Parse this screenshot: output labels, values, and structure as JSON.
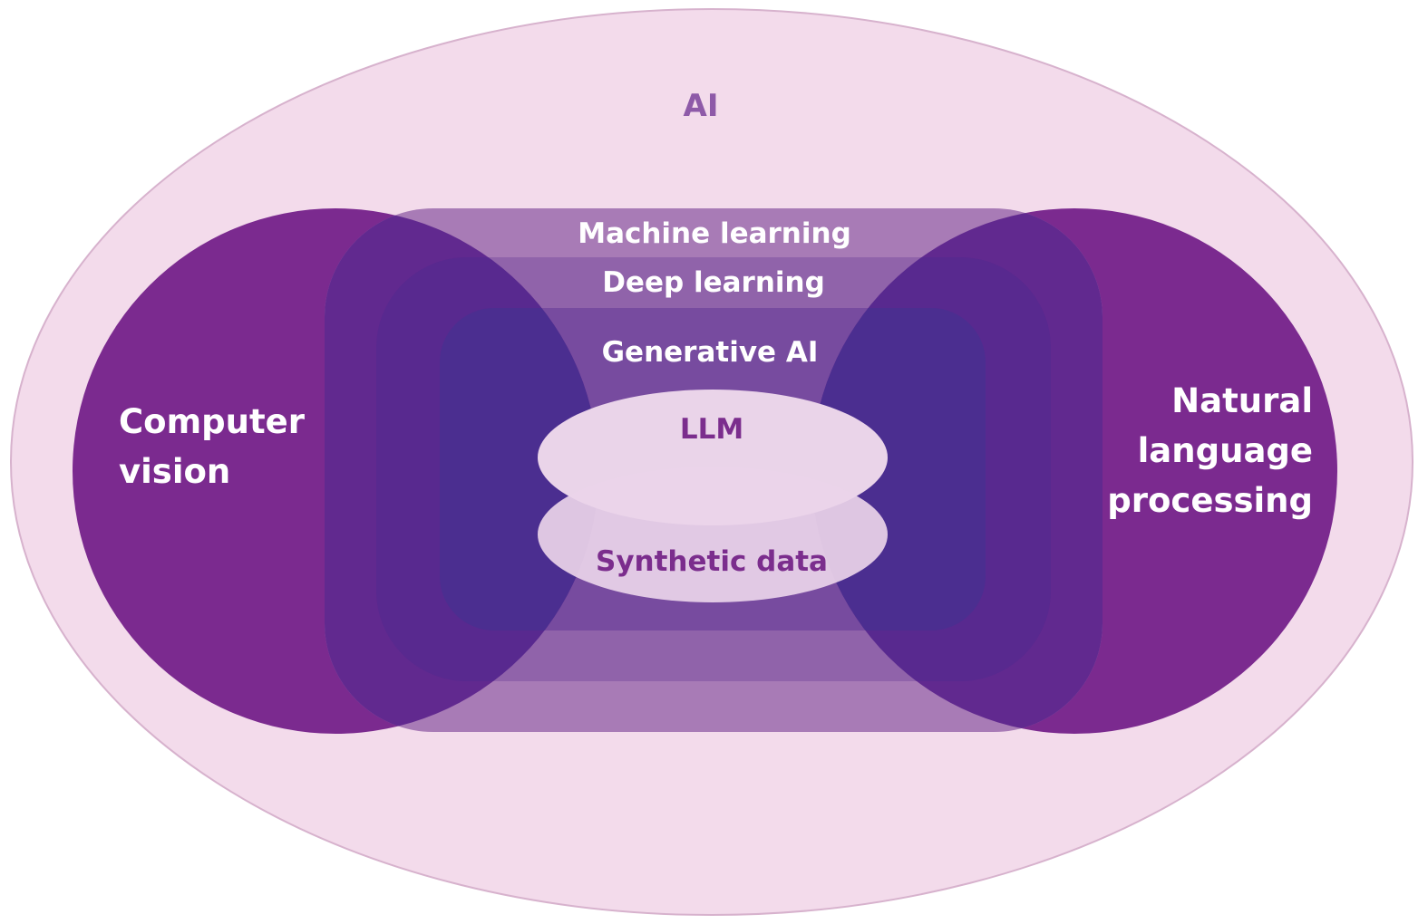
{
  "title": "AI",
  "colors": {
    "ai_fill": "#f3dbeb",
    "ai_stroke": "#d7b2cd",
    "side_circle": "#7b2a8f",
    "ml": "#a87bb6",
    "dl": "#9063aa",
    "genai": "#774b9f",
    "overlap": "#4b2e90",
    "inner_ellipse": "#ead4e9",
    "title_text": "#8e5aa8",
    "inner_text": "#7b2d8d",
    "white_text": "#ffffff"
  },
  "regions": {
    "ai": "AI",
    "machine_learning": "Machine learning",
    "deep_learning": "Deep learning",
    "generative_ai": "Generative AI",
    "llm": "LLM",
    "synthetic_data": "Synthetic data",
    "computer_vision": [
      "Computer",
      "vision"
    ],
    "nlp": [
      "Natural",
      "language",
      "processing"
    ]
  }
}
